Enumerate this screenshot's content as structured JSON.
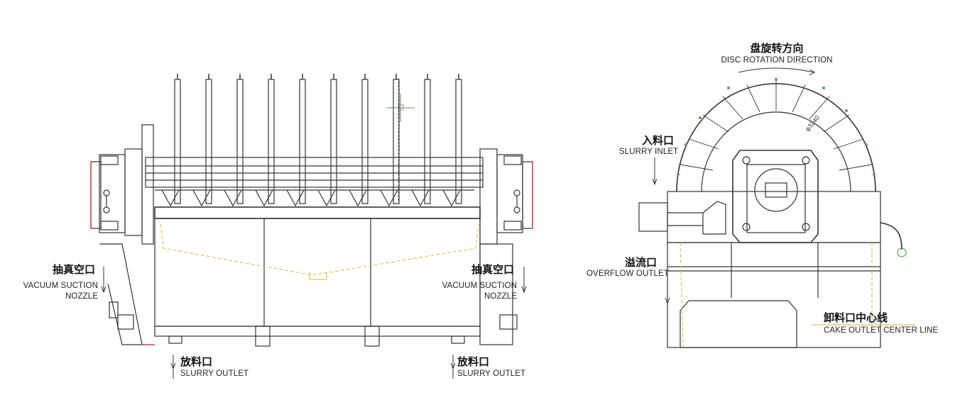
{
  "labels": {
    "vacuum_left": {
      "cn": "抽真空口",
      "en1": "VACUUM SUCTION",
      "en2": "NOZZLE"
    },
    "vacuum_right": {
      "cn": "抽真空口",
      "en1": "VACUUM SUCTION",
      "en2": "NOZZLE"
    },
    "outlet_left": {
      "cn": "放料口",
      "en": "SLURRY OUTLET"
    },
    "outlet_right": {
      "cn": "放料口",
      "en": "SLURRY OUTLET"
    },
    "rotation": {
      "cn": "盘旋转方向",
      "en": "DISC ROTATION DIRECTION"
    },
    "inlet": {
      "cn": "入料口",
      "en": "SLURRY INLET"
    },
    "overflow": {
      "cn": "溢流口",
      "en": "OVERFLOW OUTLET"
    },
    "cake": {
      "cn": "卸料口中心线",
      "en": "CAKE OUTLET CENTER LINE"
    },
    "disc_mark": "φ3240"
  },
  "colors": {
    "line": "#333333",
    "dashed": "#d9c84a",
    "accent_red": "#cc2222",
    "accent_green": "#4aa84a"
  }
}
